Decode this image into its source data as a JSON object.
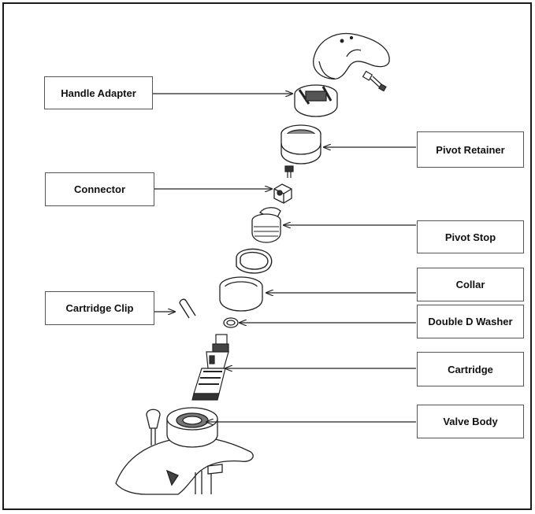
{
  "diagram": {
    "labels": {
      "handle_adapter": "Handle Adapter",
      "pivot_retainer": "Pivot Retainer",
      "connector": "Connector",
      "pivot_stop": "Pivot Stop",
      "collar": "Collar",
      "cartridge_clip": "Cartridge Clip",
      "double_d_washer": "Double D Washer",
      "cartridge": "Cartridge",
      "valve_body": "Valve Body"
    }
  }
}
